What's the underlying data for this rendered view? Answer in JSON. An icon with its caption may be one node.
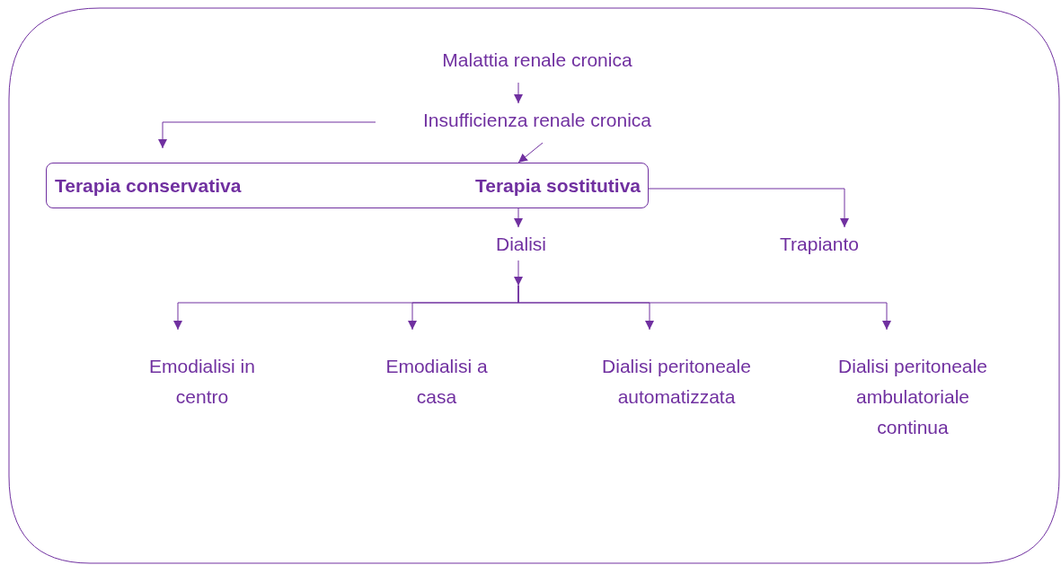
{
  "diagram": {
    "nodes": [
      {
        "text": [
          "Malattia renale cronica"
        ]
      },
      {
        "text": [
          "Insufficienza renale cronica"
        ]
      },
      {
        "text": [],
        "shape": "box"
      },
      {
        "text": [
          "Terapia conservativa"
        ],
        "in": 2
      },
      {
        "text": [
          "Terapia sostitutiva"
        ],
        "in": 2
      },
      {
        "text": [
          "Dialisi"
        ]
      },
      {
        "text": [
          "Trapianto"
        ]
      },
      {
        "text": [
          "Emodialisi in centro"
        ]
      },
      {
        "text": [
          "Emodialisi a casa"
        ]
      },
      {
        "text": [
          "Dialisi peritoneale automatizzata"
        ]
      },
      {
        "text": [
          "Dialisi peritoneale ambulatoriale continua"
        ]
      }
    ],
    "edges": [
      {
        "from": 0,
        "to": 1,
        "arrow": "to"
      },
      {
        "from": 1,
        "to": 3,
        "arrow": "to"
      },
      {
        "from": 1,
        "to": 4,
        "arrow": "to"
      },
      {
        "from": 4,
        "to": 5,
        "arrow": "to"
      },
      {
        "from": 4,
        "to": 6,
        "arrow": "to"
      },
      {
        "from": 5,
        "to": 7,
        "arrow": "to"
      },
      {
        "from": 5,
        "to": 8,
        "arrow": "to"
      },
      {
        "from": 5,
        "to": 9,
        "arrow": "to"
      },
      {
        "from": 5,
        "to": 10,
        "arrow": "to"
      }
    ]
  }
}
